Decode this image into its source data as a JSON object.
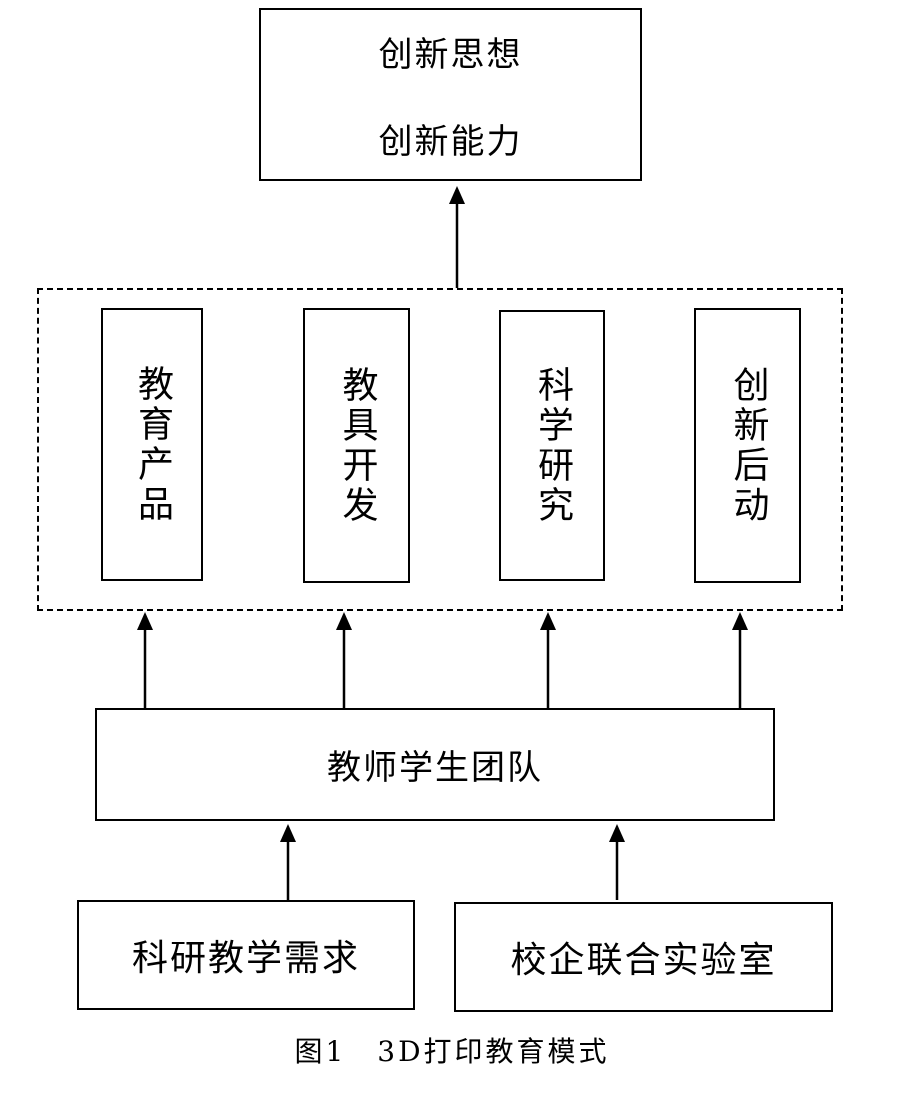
{
  "top_box": {
    "line1": "创新思想",
    "line2": "创新能力"
  },
  "outputs": [
    {
      "label": "教育产品"
    },
    {
      "label": "教具开发"
    },
    {
      "label": "科学研究"
    },
    {
      "label": "创新后动"
    }
  ],
  "team_box": {
    "label": "教师学生团队"
  },
  "inputs": [
    {
      "label": "科研教学需求"
    },
    {
      "label": "校企联合实验室"
    }
  ],
  "caption": "图1　3D打印教育模式"
}
